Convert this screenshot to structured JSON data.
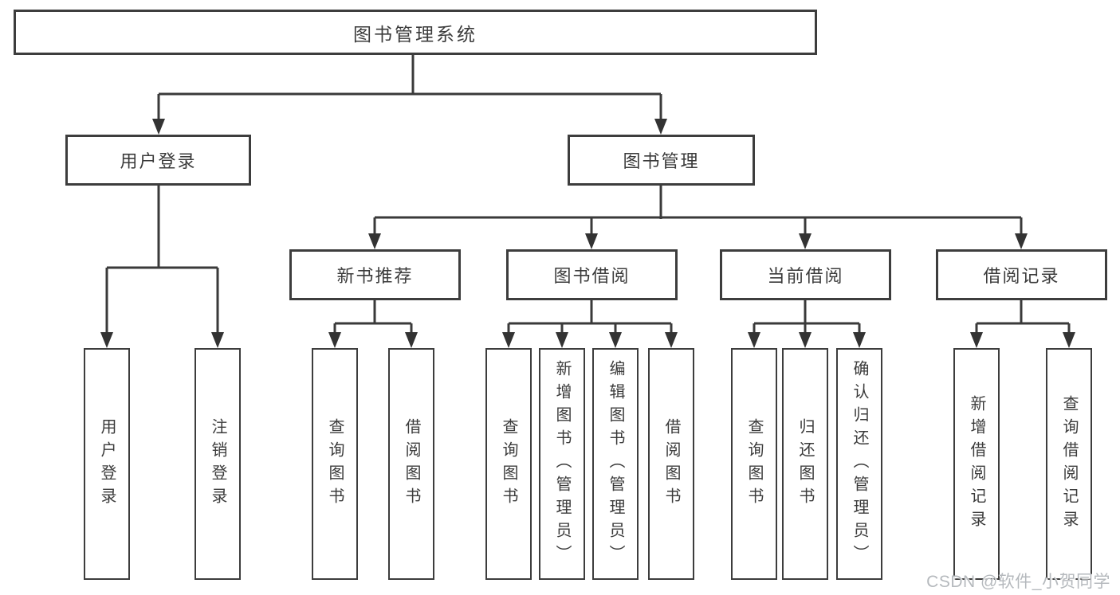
{
  "diagram": {
    "title": "图书管理系统",
    "level2": [
      {
        "label": "用户登录"
      },
      {
        "label": "图书管理"
      }
    ],
    "level3": [
      {
        "label": "新书推荐",
        "parent": "图书管理"
      },
      {
        "label": "图书借阅",
        "parent": "图书管理"
      },
      {
        "label": "当前借阅",
        "parent": "图书管理"
      },
      {
        "label": "借阅记录",
        "parent": "图书管理"
      }
    ],
    "leaves": [
      {
        "label": "用户登录",
        "parent": "用户登录"
      },
      {
        "label": "注销登录",
        "parent": "用户登录"
      },
      {
        "label": "查询图书",
        "parent": "新书推荐"
      },
      {
        "label": "借阅图书",
        "parent": "新书推荐"
      },
      {
        "label": "查询图书",
        "parent": "图书借阅"
      },
      {
        "label": "新增图书（管理员）",
        "parent": "图书借阅"
      },
      {
        "label": "编辑图书（管理员）",
        "parent": "图书借阅"
      },
      {
        "label": "借阅图书",
        "parent": "图书借阅"
      },
      {
        "label": "查询图书",
        "parent": "当前借阅"
      },
      {
        "label": "归还图书",
        "parent": "当前借阅"
      },
      {
        "label": "确认归还（管理员）",
        "parent": "当前借阅"
      },
      {
        "label": "新增借阅记录",
        "parent": "借阅记录"
      },
      {
        "label": "查询借阅记录",
        "parent": "借阅记录"
      }
    ],
    "colors": {
      "line": "#3a3a3a",
      "border": "#3d3d3d",
      "text": "#3b3b3b",
      "background": "#ffffff"
    }
  },
  "watermark": {
    "text": "CSDN @软件_小贺同学",
    "color": "#b5b9bd"
  }
}
